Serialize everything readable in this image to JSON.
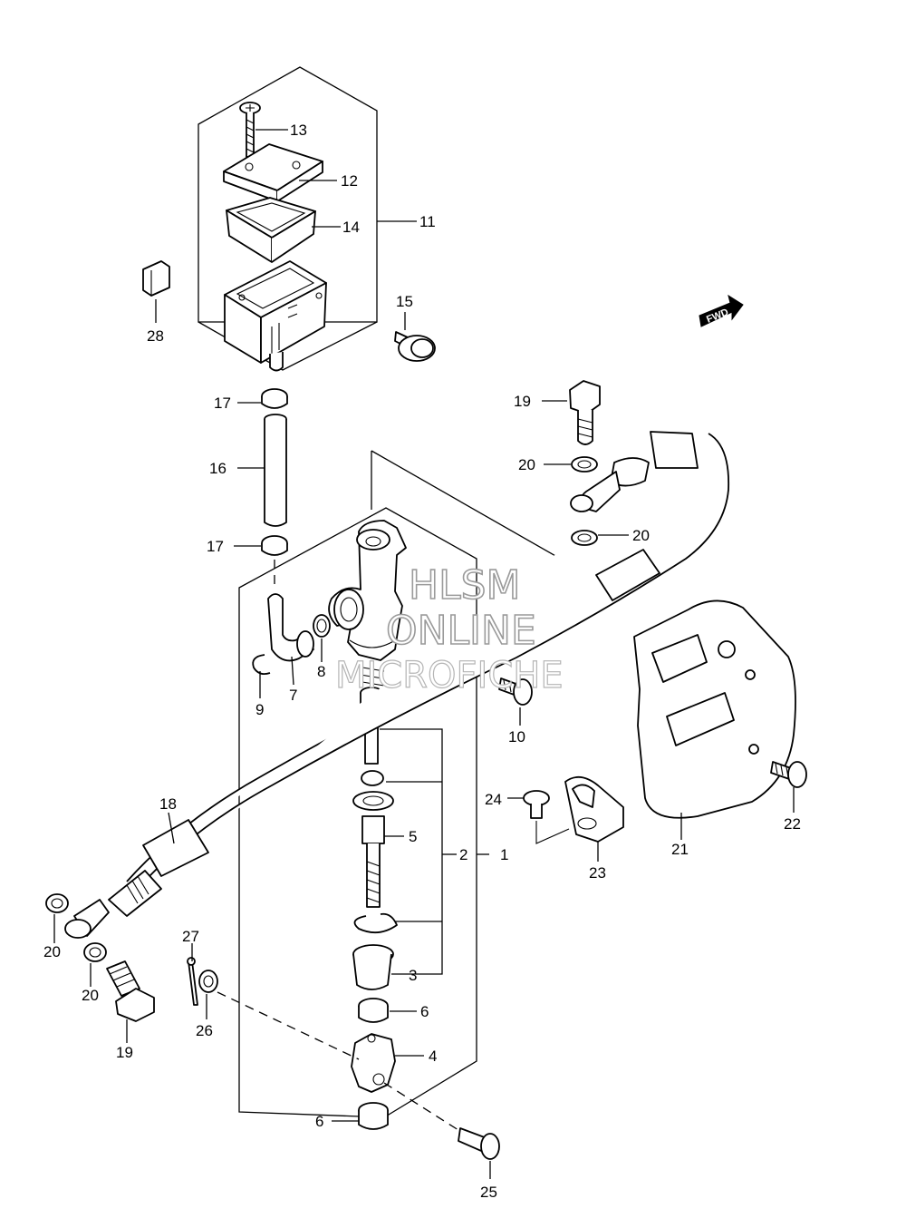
{
  "diagram": {
    "callouts": {
      "c1": "1",
      "c2": "2",
      "c3": "3",
      "c4": "4",
      "c5": "5",
      "c6a": "6",
      "c6b": "6",
      "c7": "7",
      "c8": "8",
      "c9": "9",
      "c10": "10",
      "c11": "11",
      "c12": "12",
      "c13": "13",
      "c14": "14",
      "c15": "15",
      "c16": "16",
      "c17a": "17",
      "c17b": "17",
      "c18": "18",
      "c19a": "19",
      "c19b": "19",
      "c20a": "20",
      "c20b": "20",
      "c20c": "20",
      "c20d": "20",
      "c21": "21",
      "c22": "22",
      "c23": "23",
      "c24": "24",
      "c25": "25",
      "c26": "26",
      "c27": "27",
      "c28": "28"
    },
    "fwd_label": "FWD",
    "watermark": {
      "line1": "HLSM",
      "line2": "ONLINE",
      "line3": "MICROFICHE"
    }
  }
}
